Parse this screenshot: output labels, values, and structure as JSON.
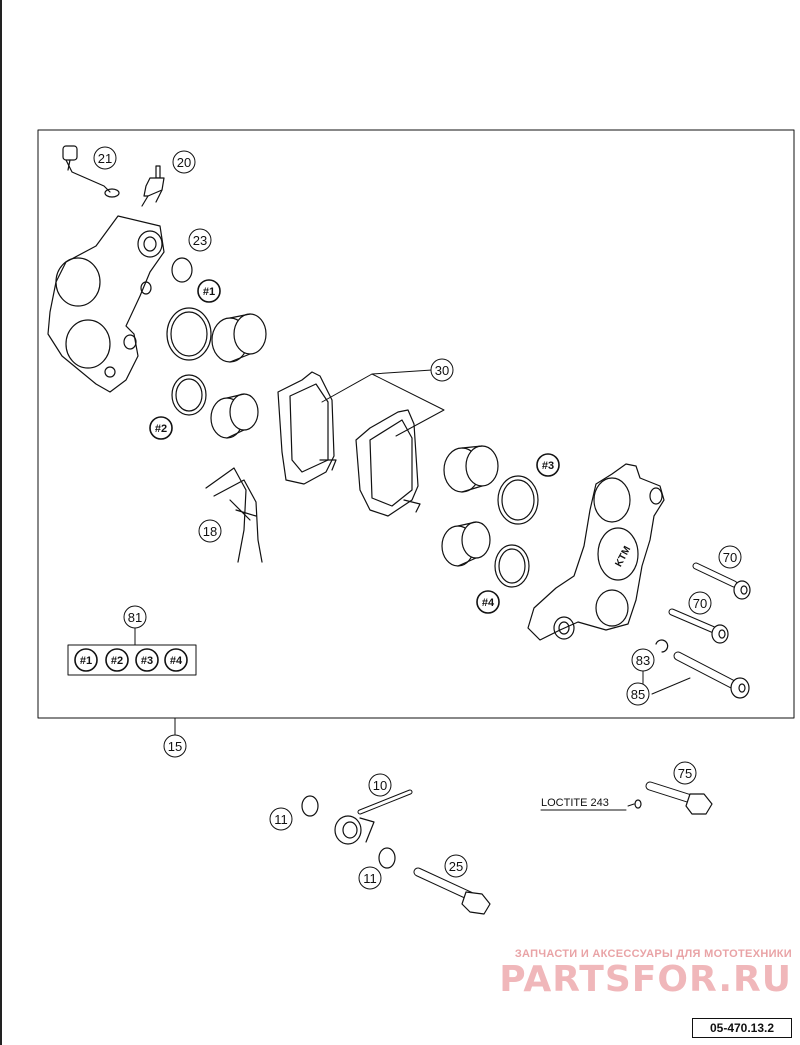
{
  "diagram": {
    "assembly_number": "15",
    "callouts": {
      "c21": "21",
      "c20": "20",
      "c23": "23",
      "c30": "30",
      "c18": "18",
      "c70a": "70",
      "c70b": "70",
      "c83": "83",
      "c85": "85",
      "c81": "81",
      "c10": "10",
      "c11a": "11",
      "c11b": "11",
      "c25": "25",
      "c75": "75"
    },
    "seal_kit_refs": {
      "s1": "#1",
      "s2": "#2",
      "s3": "#3",
      "s4": "#4"
    },
    "kit_box_refs": [
      "#1",
      "#2",
      "#3",
      "#4"
    ],
    "caliper_logo": "KTM",
    "loctite_note": "LOCTITE 243",
    "figure_code": "05-470.13.2"
  },
  "watermark": {
    "subtitle": "ЗАПЧАСТИ И АКСЕССУАРЫ ДЛЯ МОТОТЕХНИКИ",
    "brand": "PARTSFOR.RU"
  },
  "colors": {
    "line": "#111111",
    "watermark": "#f0b7ba"
  }
}
